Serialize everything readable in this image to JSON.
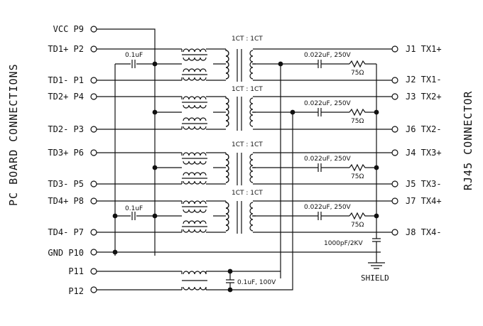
{
  "diagram": {
    "left_side_label": "PC BOARD CONNECTIONS",
    "right_side_label": "RJ45 CONNECTOR",
    "left_pins": [
      {
        "label": "VCC P9"
      },
      {
        "label": "TD1+ P2"
      },
      {
        "label": "TD1- P1"
      },
      {
        "label": "TD2+ P4"
      },
      {
        "label": "TD2- P3"
      },
      {
        "label": "TD3+ P6"
      },
      {
        "label": "TD3- P5"
      },
      {
        "label": "TD4+ P8"
      },
      {
        "label": "TD4- P7"
      },
      {
        "label": "GND P10"
      },
      {
        "label": "P11"
      },
      {
        "label": "P12"
      }
    ],
    "right_pins": [
      {
        "label": "J1 TX1+"
      },
      {
        "label": "J2 TX1-"
      },
      {
        "label": "J3 TX2+"
      },
      {
        "label": "J6 TX2-"
      },
      {
        "label": "J4 TX3+"
      },
      {
        "label": "J5 TX3-"
      },
      {
        "label": "J7 TX4+"
      },
      {
        "label": "J8 TX4-"
      }
    ],
    "transformer_ratio": "1CT : 1CT",
    "left_cap_value": "0.1uF",
    "rj45_cap_value": "0.022uF, 250V",
    "resistor_value": "75Ω",
    "shield_cap_value": "1000pF/2KV",
    "shield_label": "SHIELD",
    "filter_cap_value": "0.1uF, 100V"
  }
}
